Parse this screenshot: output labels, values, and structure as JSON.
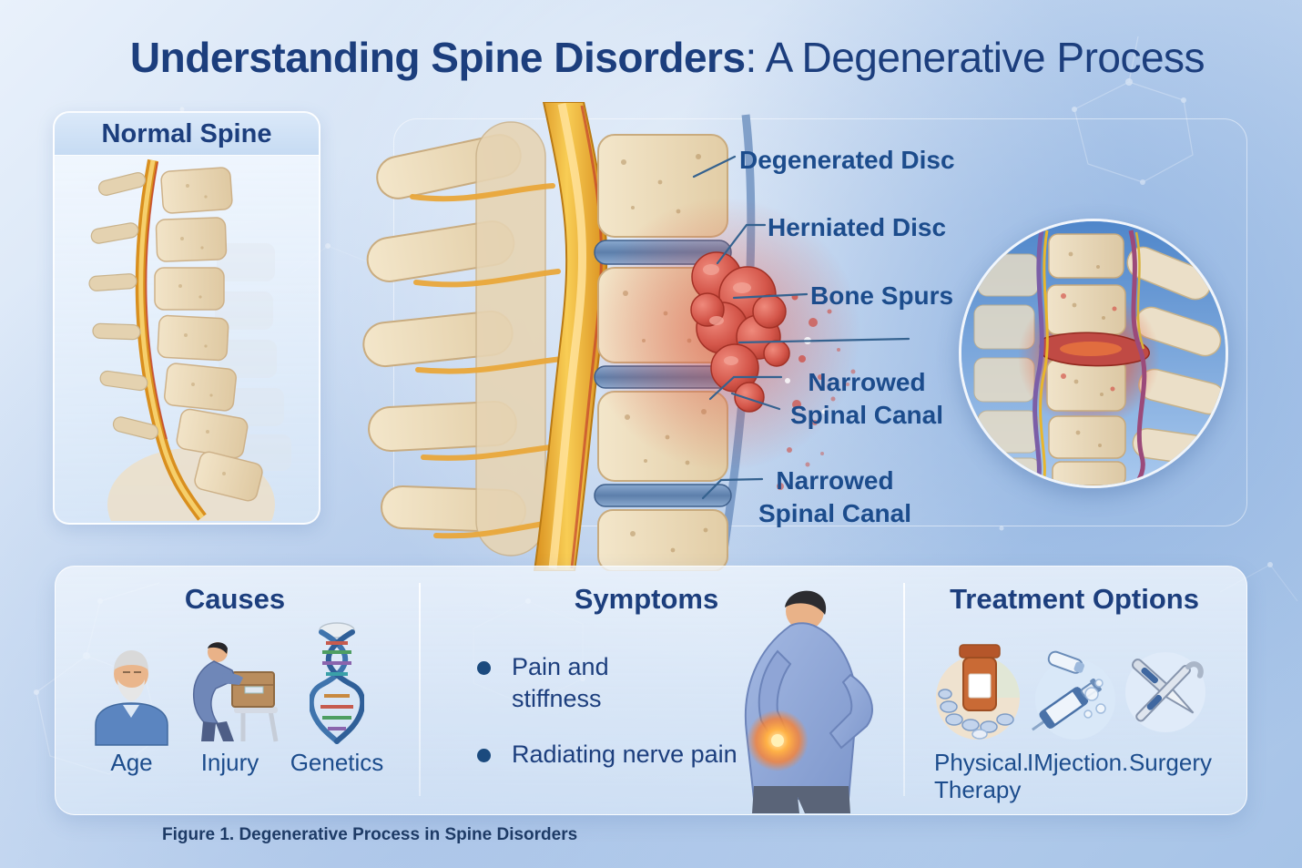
{
  "title": {
    "bold": "Understanding Spine Disorders",
    "rest": ": A Degenerative Process"
  },
  "normal_spine": {
    "title": "Normal Spine",
    "illustration": "normal-spine-illustration"
  },
  "labels": {
    "degenerated_disc": "Degenerated Disc",
    "herniated_disc": "Herniated Disc",
    "bone_spurs": "Bone Spurs",
    "narrowed_1": "Narrowed Spinal Canal",
    "narrowed_2": "Narrowed Spinal Canal"
  },
  "main_illustration": "degenerated-spine-illustration",
  "inset_illustration": "inflamed-spine-inset",
  "sections": {
    "causes": {
      "title": "Causes",
      "items": [
        {
          "label": "Age",
          "icon": "elderly-man-icon"
        },
        {
          "label": "Injury",
          "icon": "lifting-box-icon"
        },
        {
          "label": "Genetics",
          "icon": "dna-icon"
        }
      ]
    },
    "symptoms": {
      "title": "Symptoms",
      "bullets": [
        "Pain and\nstiffness",
        "Radiating nerve pain"
      ],
      "illustration": "man-with-back-pain-illustration"
    },
    "treatment": {
      "title": "Treatment Options",
      "items": [
        {
          "label": "Physical.\nTherapy",
          "icon": "pill-bottle-icon"
        },
        {
          "label": "IMjection.",
          "icon": "syringe-icon"
        },
        {
          "label": "Surgery",
          "icon": "surgical-tools-icon"
        }
      ]
    }
  },
  "caption": "Figure 1. Degenerative Process in Spine Disorders",
  "colors": {
    "accent_navy": "#1c3e7d",
    "label_blue": "#1c4c8c",
    "leader_line": "#35628f",
    "panel_bg": "#e8f1fb",
    "header_band": "#cfe1f6",
    "inflamed_red": "#cf4a42",
    "cord_yellow": "#f5c243",
    "bone_beige": "#ecd9bb",
    "disc_blue": "#6f93c0"
  }
}
